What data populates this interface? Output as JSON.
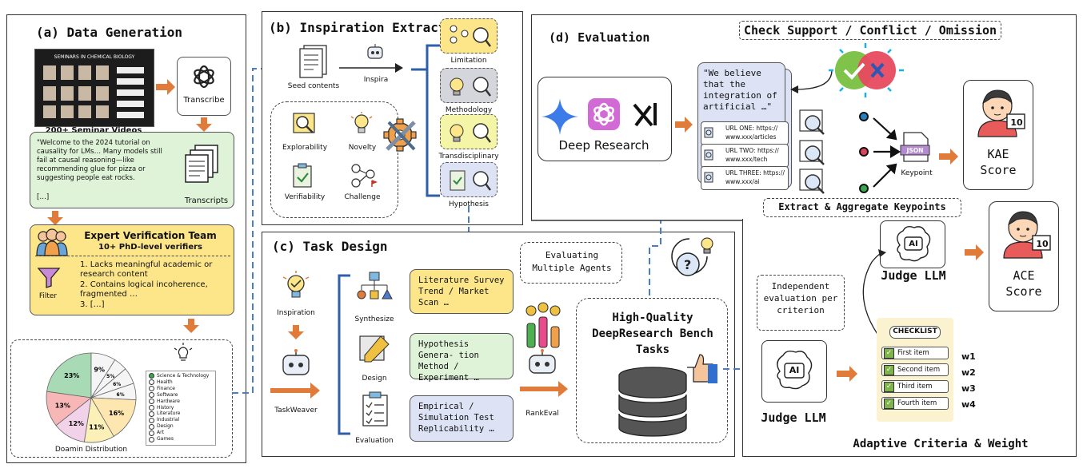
{
  "panel_a": {
    "title": "(a) Data Generation",
    "seminar_title": "SEMINARS IN CHEMICAL BIOLOGY",
    "seminar_caption": "200+ Seminar Videos",
    "transcribe_label": "Transcribe",
    "transcript_quote": "\"Welcome to the 2024 tutorial on causality for LMs… Many models still fail at causal reasoning—like recommending glue for pizza or suggesting people eat rocks.",
    "transcript_ellipsis": "[…]",
    "transcripts_label": "Transcripts",
    "team_title": "Expert Verification Team",
    "team_subtitle": "10+ PhD-level verifiers",
    "filter_label": "Filter",
    "filter_items": [
      "1. Lacks meaningful academic or research content",
      "2. Contains logical incoherence, fragmented …",
      "3. […]"
    ],
    "pie_caption": "Doamin Distribution",
    "pie_labels": [
      "23%",
      "9%",
      "5%",
      "6%",
      "6%",
      "16%",
      "11%",
      "12%",
      "13%"
    ],
    "legend": [
      "Science & Technology",
      "Health",
      "Finance",
      "Software",
      "Hardware",
      "History",
      "Literature",
      "Industrial",
      "Design",
      "Art",
      "Games"
    ]
  },
  "panel_b": {
    "title": "(b) Inspiration Extract",
    "seed_label": "Seed contents",
    "inspira_label": "Inspira",
    "traits": [
      "Explorability",
      "Novelty",
      "Verifiability",
      "Challenge"
    ],
    "outputs": [
      "Limitation",
      "Methodology",
      "Transdisciplinary",
      "Hypothesis"
    ]
  },
  "panel_c": {
    "title": "(c) Task Design",
    "inspiration_label": "Inspiration",
    "taskweaver_label": "TaskWeaver",
    "steps": [
      "Synthesize",
      "Design",
      "Evaluation"
    ],
    "step_texts": [
      "Literature Survey Trend / Market Scan …",
      "Hypothesis Genera- tion Method / Experiment …",
      "Empirical / Simulation Test Replicability …"
    ],
    "multi_agents": "Evaluating Multiple Agents",
    "rankeval_label": "RankEval",
    "bench_title": "High-Quality DeepResearch Bench Tasks"
  },
  "panel_d": {
    "title": "(d) Evaluation",
    "check_label": "Check Support / Conflict / Omission",
    "deep_research": "Deep Research",
    "quote": "\"We believe that the integration of artificial …\"",
    "urls": [
      "URL ONE: https:// www.xxx/articles",
      "URL TWO: https:// www.xxx/tech",
      "URL THREE: https:// www.xxx/ai"
    ],
    "json_label": "JSON",
    "keypoint_label": "Keypoint",
    "kae_score": "KAE Score",
    "score_badge": "10",
    "aggregate_label": "Extract & Aggregate Keypoints",
    "judge_llm_top": "Judge LLM",
    "ai_label": "AI",
    "ace_score": "ACE Score",
    "independent_label": "Independent evaluation per criterion",
    "checklist_title": "CHECKLIST",
    "checklist_items": [
      "First item",
      "Second item",
      "Third item",
      "Fourth item"
    ],
    "weights": [
      "w1",
      "w2",
      "w3",
      "w4"
    ],
    "judge_llm_bottom": "Judge LLM",
    "adaptive_label": "Adaptive Criteria & Weight"
  },
  "colors": {
    "orange_arrow": "#e07b39",
    "blue_dash": "#4a7bd0",
    "yellow_card": "#fde68a",
    "green_card": "#dff3d8",
    "lavender_card": "#dde2f5"
  }
}
